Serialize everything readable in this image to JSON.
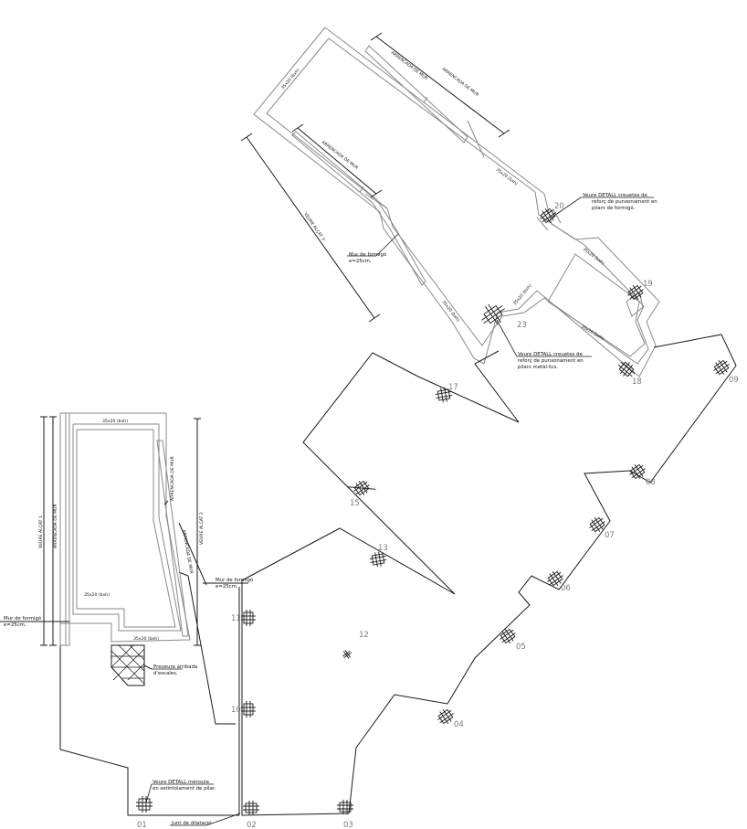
{
  "notes": {
    "detail_punching_concrete": [
      "Veure DETALL creuetes de",
      "reforç de punxonament en",
      "pilars de formigó."
    ],
    "detail_punching_metal": [
      "Veure DETALL creuetes de",
      "reforç de punxonament en",
      "pilars metàl·lics."
    ],
    "wall_upper": [
      "Mur de formigó",
      "e=25cm."
    ],
    "wall_mid": [
      "Mur de formigó",
      "e=25cm."
    ],
    "wall_left": [
      "Mur de formigó",
      "e=25cm."
    ],
    "stairs": [
      "Preveure arribada",
      "d'escales."
    ],
    "corbel": [
      "Veure DETALL mènsula",
      "en estintolament de pilar."
    ],
    "joint": "Junt de dilatació"
  },
  "beam_labels": {
    "upper_1": "35x20 (bxh)",
    "upper_2": "35x20 (bxh)",
    "upper_3": "35x20 (bxh)",
    "upper_4": "35x20 (bxh)",
    "upper_5": "35x20 (bxh)",
    "upper_6": "35x20 (bxh)",
    "left_top": "35x20 (bxh)",
    "left_mid": "35x20 (bxh)",
    "left_bottom": "35x20 (bxh)"
  },
  "wall_start_labels": {
    "upper_a": "ARRENCADA DE MUR",
    "upper_b": "ARRENCADA DE MUR",
    "upper_c": "ARRENCADA DE MUR",
    "left_a": "ARRENCADA DE MUR",
    "left_b": "ARRENCADA DE MUR",
    "left_c": "ARRENCADA DE MUR"
  },
  "elevation_refs": {
    "upper": "VEURE ALÇAT 3",
    "left_1": "VEURE ALÇAT 1",
    "left_2": "VEURE ALÇAT 2"
  },
  "pillars": [
    "01",
    "02",
    "03",
    "04",
    "05",
    "06",
    "07",
    "08",
    "09",
    "10",
    "11",
    "12",
    "13",
    "15",
    "17",
    "18",
    "19",
    "20",
    "23"
  ]
}
